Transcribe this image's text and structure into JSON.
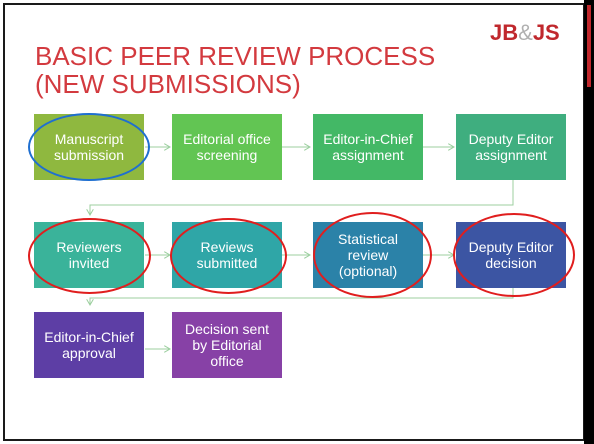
{
  "logo": {
    "part1": "JB",
    "amp": "&",
    "part2": "JS"
  },
  "title": {
    "line1": "BASIC PEER REVIEW PROCESS",
    "line2": "(NEW SUBMISSIONS)"
  },
  "colors": {
    "title": "#d33a3f",
    "logo": "#c0282d",
    "highlight_red": "#e01e1e",
    "highlight_blue": "#1f6fd0",
    "arrow": "#9ccf9f"
  },
  "steps": [
    {
      "label": "Manuscript submission",
      "color": "#8fb83f"
    },
    {
      "label": "Editorial office screening",
      "color": "#62c553"
    },
    {
      "label": "Editor-in-Chief assignment",
      "color": "#43b866"
    },
    {
      "label": "Deputy Editor assignment",
      "color": "#3fae7f"
    },
    {
      "label": "Reviewers invited",
      "color": "#3ab39a"
    },
    {
      "label": "Reviews submitted",
      "color": "#2fa6a7"
    },
    {
      "label": "Statistical review (optional)",
      "color": "#2b82a8"
    },
    {
      "label": "Deputy Editor decision",
      "color": "#3c55a3"
    },
    {
      "label": "Editor-in-Chief approval",
      "color": "#5d3ea5"
    },
    {
      "label": "Decision sent by Editorial office",
      "color": "#8741a6"
    }
  ],
  "highlights": [
    {
      "target": "Manuscript submission",
      "color": "blue"
    },
    {
      "target": "Reviewers invited",
      "color": "red"
    },
    {
      "target": "Reviews submitted",
      "color": "red"
    },
    {
      "target": "Statistical review (optional)",
      "color": "red"
    },
    {
      "target": "Deputy Editor decision",
      "color": "red"
    }
  ]
}
